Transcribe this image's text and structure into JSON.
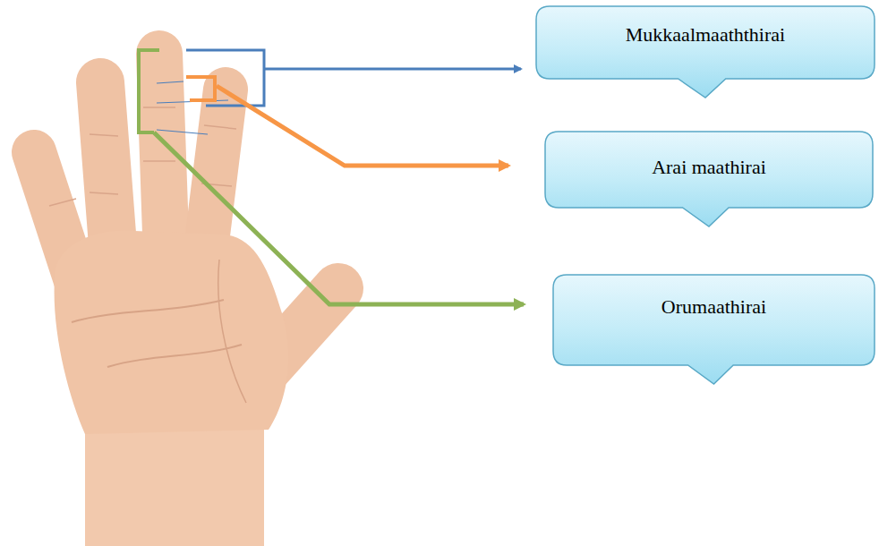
{
  "diagram": {
    "nodes": [
      {
        "text": [
          "Mukkaalmaaththirai"
        ]
      },
      {
        "text": [
          "Arai maathirai"
        ]
      },
      {
        "text": [
          "Orumaathirai"
        ]
      }
    ]
  }
}
